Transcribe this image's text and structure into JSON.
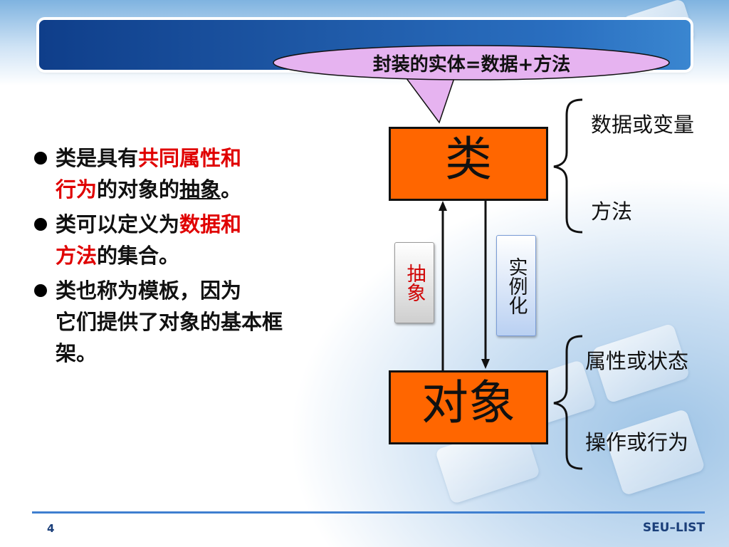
{
  "callout": {
    "text": "封装的实体=数据+方法"
  },
  "bullets": [
    {
      "parts": [
        {
          "text": "类是具有",
          "style": "normal"
        },
        {
          "text": "共同属性和",
          "style": "red"
        },
        {
          "text": "行为",
          "style": "red"
        },
        {
          "text": "的",
          "style": "normal"
        },
        {
          "text": "对象的",
          "style": "normal"
        },
        {
          "text": "抽象",
          "style": "underline"
        },
        {
          "text": "。",
          "style": "normal"
        }
      ]
    },
    {
      "parts": [
        {
          "text": "类可以定义为",
          "style": "normal"
        },
        {
          "text": "数据和",
          "style": "red"
        },
        {
          "text": "方法",
          "style": "red"
        },
        {
          "text": "的集合。",
          "style": "normal"
        }
      ]
    },
    {
      "parts": [
        {
          "text": "类也称为模板，因为",
          "style": "normal"
        },
        {
          "text": "它们提供了对象的基本框架。",
          "style": "normal"
        }
      ]
    }
  ],
  "diagram": {
    "class_box": "类",
    "object_box": "对象",
    "abstraction_label": "抽象",
    "instantiation_label": "实例化",
    "class_members": [
      "数据或变量",
      "方法"
    ],
    "object_members": [
      "属性或状态",
      "操作或行为"
    ]
  },
  "footer": {
    "page_number": "4",
    "org": "SEU–LIST"
  },
  "colors": {
    "accent": "#ff6600",
    "highlight": "#e00000",
    "banner": "#1f5aa8",
    "callout_fill": "#e6b3f0"
  }
}
